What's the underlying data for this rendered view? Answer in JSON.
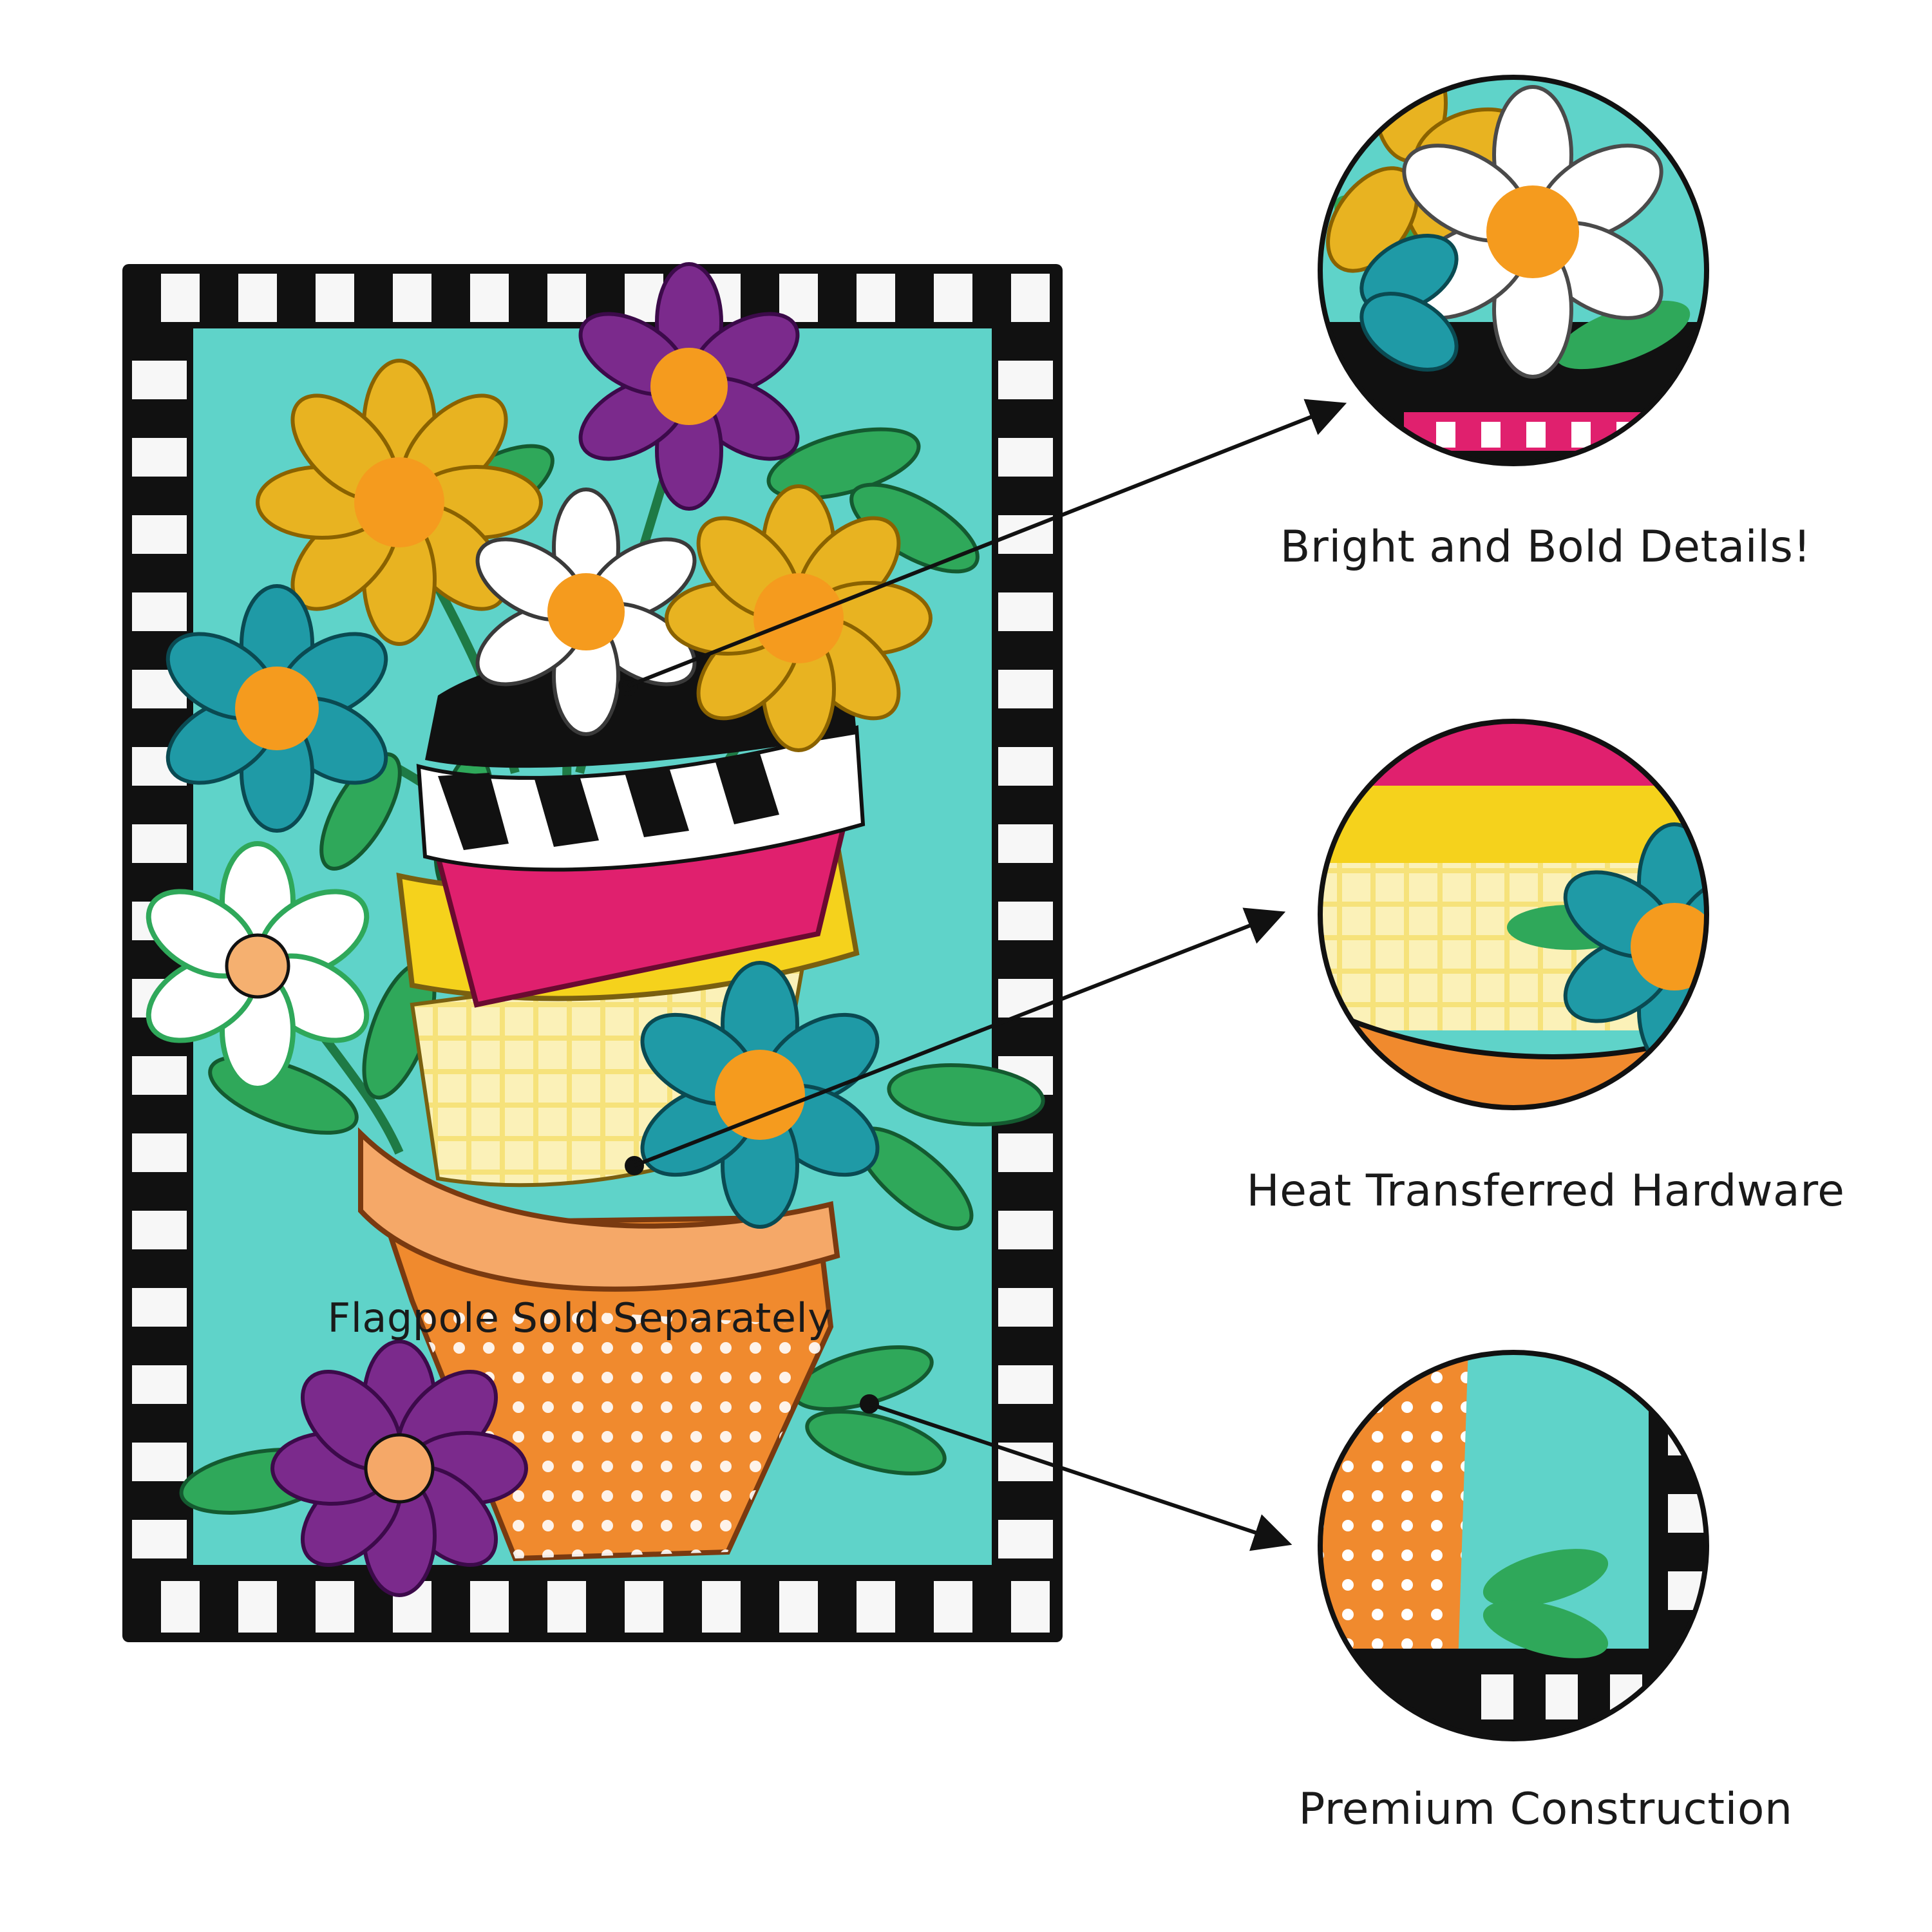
{
  "captions": {
    "flagpole": "Flagpole Sold Separately",
    "bright": "Bright and Bold Details!",
    "heat": "Heat Transferred Hardware",
    "premium": "Premium Construction"
  },
  "colors": {
    "background": "#ffffff",
    "flag_field": "#5fd3c9",
    "border_black": "#111111",
    "border_white": "#f7f7f7",
    "pot_pink": "#e0206e",
    "pot_yellow": "#f5d21c",
    "pot_orange": "#f08a2e",
    "flower_yellow": "#e8b321",
    "flower_purple": "#7b2a8c",
    "flower_teal": "#1f9aa6",
    "flower_white": "#ffffff",
    "flower_center": "#f59b1e",
    "leaf_green": "#2fa85a",
    "arrow": "#111111"
  },
  "icons": [
    "daisy-flower-icon",
    "pointer-arrow-icon",
    "flower-pot-icon"
  ]
}
